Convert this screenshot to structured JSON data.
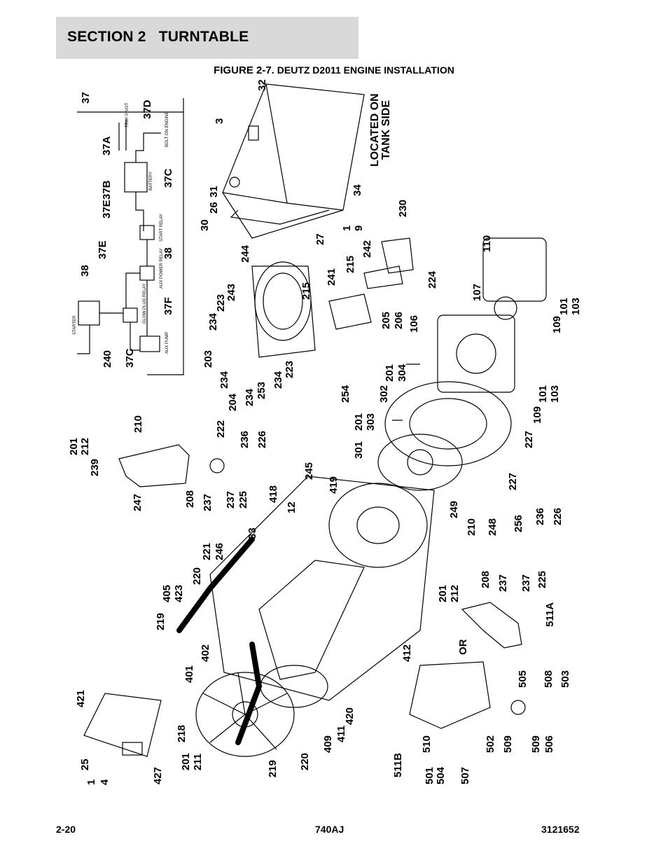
{
  "header": {
    "section": "SECTION 2",
    "title": "TURNTABLE"
  },
  "figure": {
    "number": "FIGURE 2-7.",
    "caption": "DEUTZ D2011 ENGINE INSTALLATION"
  },
  "callouts": {
    "c37": "37",
    "c37A": "37A",
    "c37B": "37B",
    "c37C_top": "37C",
    "c37D": "37D",
    "c37E_a": "37E",
    "c37E_b": "37E",
    "c37F": "37F",
    "c37C_bot": "37C",
    "c38_a": "38",
    "c38_b": "38",
    "c240": "240",
    "c32": "32",
    "c3": "3",
    "c31": "31",
    "c34": "34",
    "c30": "30",
    "c26": "26",
    "c27": "27",
    "c1_top": "1",
    "c9": "9",
    "c230": "230",
    "c224": "224",
    "c244": "244",
    "c243": "243",
    "c223_a": "223",
    "c234_a": "234",
    "c215_a": "215",
    "c241": "241",
    "c215_b": "215",
    "c242": "242",
    "c205": "205",
    "c206": "206",
    "c203": "203",
    "c234_b": "234",
    "c204": "204",
    "c234_c": "234",
    "c253": "253",
    "c234_d": "234",
    "c223_b": "223",
    "c110": "110",
    "c107": "107",
    "c109_a": "109",
    "c101_a": "101",
    "c103_a": "103",
    "c106": "106",
    "c201_a": "201",
    "c304": "304",
    "c254": "254",
    "c302": "302",
    "c201_b": "201",
    "c303": "303",
    "c301": "301",
    "c109_b": "109",
    "c101_b": "101",
    "c103_b": "103",
    "c227_a": "227",
    "c227_b": "227",
    "c210_a": "210",
    "c201_c": "201",
    "c212_a": "212",
    "c239": "239",
    "c222": "222",
    "c236_a": "236",
    "c226_a": "226",
    "c247": "247",
    "c208_a": "208",
    "c237_a": "237",
    "c237_b": "237",
    "c225_a": "225",
    "c245": "245",
    "c419": "419",
    "c418": "418",
    "c12": "12",
    "c249": "249",
    "c210_b": "210",
    "c248": "248",
    "c256": "256",
    "c236_b": "236",
    "c226_b": "226",
    "c33": "33",
    "c221": "221",
    "c246": "246",
    "c405": "405",
    "c423": "423",
    "c220_a": "220",
    "c201_d": "201",
    "c212_b": "212",
    "c208_b": "208",
    "c237_c": "237",
    "c237_d": "237",
    "c225_b": "225",
    "c511A": "511A",
    "c219_a": "219",
    "c402": "402",
    "c412": "412",
    "c OR": "OR",
    "c401": "401",
    "c505": "505",
    "c508": "508",
    "c503": "503",
    "c421": "421",
    "c218": "218",
    "c409": "409",
    "c411": "411",
    "c420": "420",
    "c511B": "511B",
    "c502": "502",
    "c509_a": "509",
    "c509_b": "509",
    "c506": "506",
    "c25": "25",
    "c1_bot": "1",
    "c4": "4",
    "c427": "427",
    "c201_e": "201",
    "c211": "211",
    "c219_b": "219",
    "c220_b": "220",
    "c501": "501",
    "c504": "504",
    "c510": "510",
    "c507": "507"
  },
  "schematic_labels": {
    "tray_pivot": "TRAY PIVOT",
    "bolt_on_engine": "BOLT ON ENGINE",
    "battery": "BATTERY",
    "start_relay": "START RELAY",
    "aux_power_relay": "AUX POWER RELAY",
    "glow_plug_relay": "GLOW PLUG RELAY",
    "aux_pump": "AUX PUMP",
    "starter": "STARTER"
  },
  "note": {
    "located_on": "LOCATED ON",
    "tank_side": "TANK SIDE"
  },
  "footer": {
    "page": "2-20",
    "model": "740AJ",
    "doc": "3121652"
  }
}
